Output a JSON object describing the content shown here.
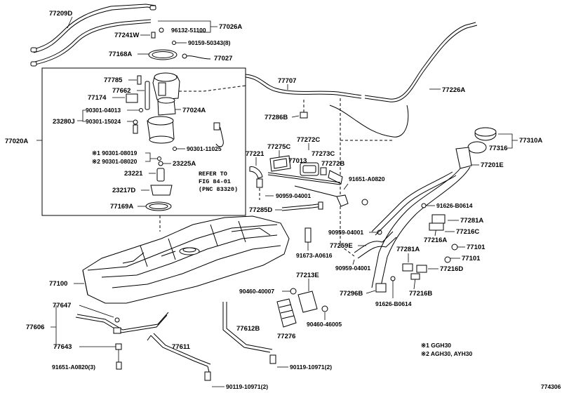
{
  "diagram_id": "774306",
  "labels": {
    "p77209D": "77209D",
    "p77026A": "77026A",
    "p96132": "96132-51100",
    "p77241W": "77241W",
    "p90159": "90159-50343(8)",
    "p77168A": "77168A",
    "p77027": "77027",
    "p77785": "77785",
    "p77662": "77662",
    "p77174": "77174",
    "p77024A": "77024A",
    "p90301_04013": "90301-04013",
    "p23280J": "23280J",
    "p90301_15024": "90301-15024",
    "p77020A": "77020A",
    "p90301_11025": "90301-11025",
    "p90301_08019": "※1 90301-08019",
    "p90301_08020": "※2 90301-08020",
    "p23225A": "23225A",
    "p23221": "23221",
    "p23217D": "23217D",
    "p77169A": "77169A",
    "ref1": "REFER TO",
    "ref2": "FIG 84-01",
    "ref3": "(PNC 83320)",
    "p77707": "77707",
    "p77286B": "77286B",
    "p77226A": "77226A",
    "p77221": "77221",
    "p77275C": "77275C",
    "p77272C": "77272C",
    "p77013": "77013",
    "p77273C": "77273C",
    "p77272B": "77272B",
    "p91651_A0820": "91651-A0820",
    "p90959_04001a": "90959-04001",
    "p77285D": "77285D",
    "p90959_04001b": "90959-04001",
    "p91673": "91673-A0616",
    "p77259E": "77259E",
    "p90959_04001c": "90959-04001",
    "p77310A": "77310A",
    "p77316": "77316",
    "p77201E": "77201E",
    "p91626_B0614a": "91626-B0614",
    "p77281A_a": "77281A",
    "p77216C": "77216C",
    "p77216A": "77216A",
    "p77101a": "77101",
    "p77281A_b": "77281A",
    "p77101b": "77101",
    "p77216D": "77216D",
    "p77296B": "77296B",
    "p77216B": "77216B",
    "p91626_B0614b": "91626-B0614",
    "p77100": "77100",
    "p90460_40007": "90460-40007",
    "p77213E": "77213E",
    "p90460_46005": "90460-46005",
    "p77276": "77276",
    "p77647": "77647",
    "p77606": "77606",
    "p77643": "77643",
    "p77612B": "77612B",
    "p77611": "77611",
    "p91651_A0820_3": "91651-A0820(3)",
    "p90119_10971_2a": "90119-10971(2)",
    "p90119_10971_2b": "90119-10971(2)",
    "note1": "※1 GGH30",
    "note2": "※2 AGH30, AYH30"
  }
}
